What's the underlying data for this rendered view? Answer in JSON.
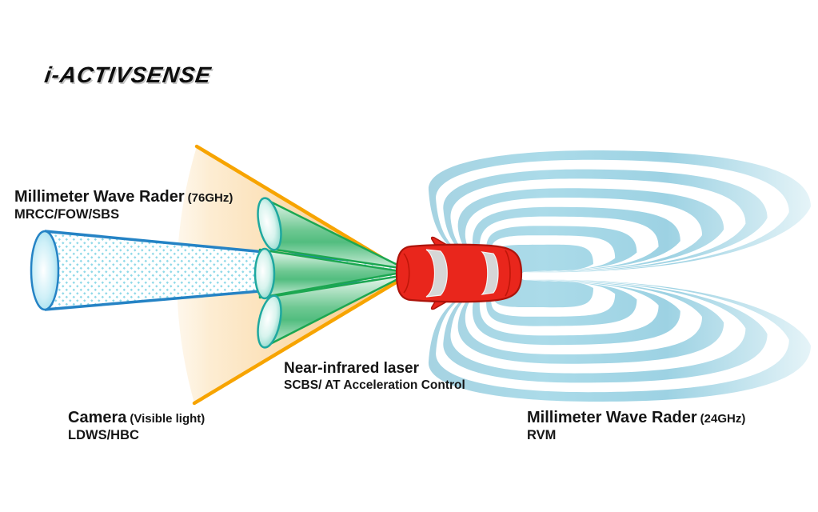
{
  "logo": {
    "text": "i-ACTIVSENSE"
  },
  "sensors": {
    "radar76": {
      "title": "Millimeter Wave Rader",
      "qualifier": "(76GHz)",
      "systems": "MRCC/FOW/SBS"
    },
    "laser": {
      "title": "Near-infrared laser",
      "qualifier": "",
      "systems": "SCBS/ AT Acceleration Control"
    },
    "camera": {
      "title": "Camera",
      "qualifier": "(Visible light)",
      "systems": "LDWS/HBC"
    },
    "radar24": {
      "title": "Millimeter Wave Rader",
      "qualifier": "(24GHz)",
      "systems": "RVM"
    }
  },
  "colors": {
    "camera_cone_orange": "#F7A400",
    "radar76_blue": "#2583C5",
    "radar76_pattern": "#7FD3E3",
    "laser_green": "#1CA751",
    "laser_cap_teal": "#1FA89F",
    "radar24_ripple_blue": "#A5D6E6",
    "car_red": "#E9261C",
    "car_outline": "#AD140B",
    "text_black": "#151515"
  }
}
